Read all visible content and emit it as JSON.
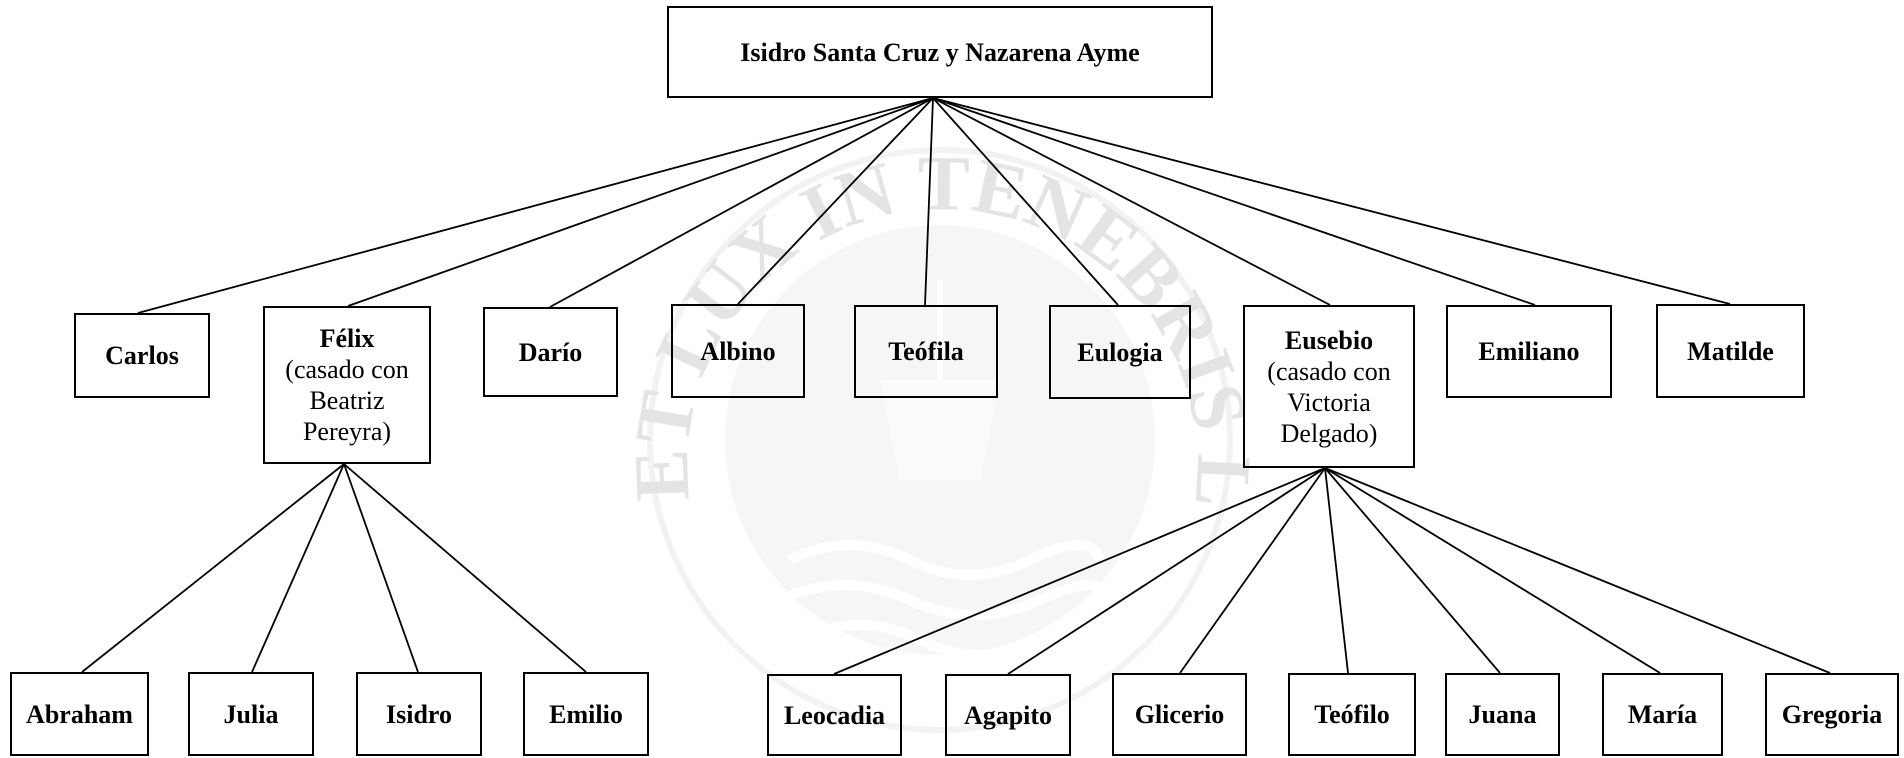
{
  "tree": {
    "root": {
      "name": "Isidro Santa Cruz y Nazarena Ayme"
    },
    "children": [
      {
        "name": "Carlos"
      },
      {
        "name": "Félix",
        "note": [
          "(casado con",
          "Beatriz",
          "Pereyra)"
        ],
        "children": [
          {
            "name": "Abraham"
          },
          {
            "name": "Julia"
          },
          {
            "name": "Isidro"
          },
          {
            "name": "Emilio"
          }
        ]
      },
      {
        "name": "Darío"
      },
      {
        "name": "Albino"
      },
      {
        "name": "Teófila"
      },
      {
        "name": "Eulogia"
      },
      {
        "name": "Eusebio",
        "note": [
          "(casado con",
          "Victoria",
          "Delgado)"
        ],
        "children": [
          {
            "name": "Leocadia"
          },
          {
            "name": "Agapito"
          },
          {
            "name": "Glicerio"
          },
          {
            "name": "Teófilo"
          },
          {
            "name": "Juana"
          },
          {
            "name": "María"
          },
          {
            "name": "Gregoria"
          }
        ]
      },
      {
        "name": "Emiliano"
      },
      {
        "name": "Matilde"
      }
    ]
  },
  "watermark": {
    "present": true,
    "motto": "ET LUX IN TENEBRIS LUCET"
  },
  "colors": {
    "line": "#000000",
    "box_border": "#000000",
    "text": "#000000",
    "watermark": "#e6e6e6"
  }
}
